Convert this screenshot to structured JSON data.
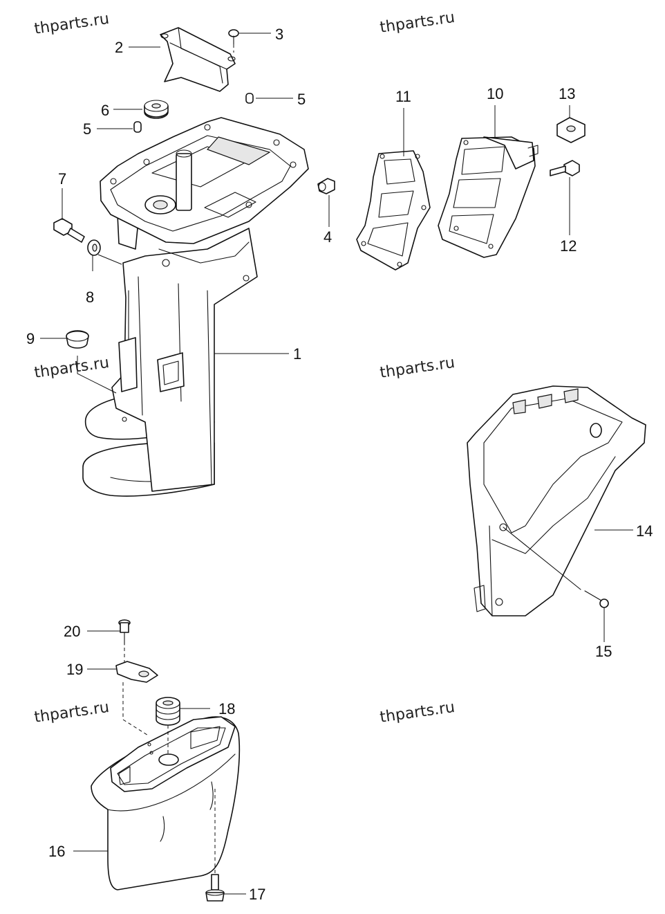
{
  "watermarks": [
    "thparts.ru",
    "thparts.ru",
    "thparts.ru",
    "thparts.ru",
    "thparts.ru",
    "thparts.ru"
  ],
  "callouts": {
    "c1": "1",
    "c2": "2",
    "c3": "3",
    "c4": "4",
    "c5a": "5",
    "c5b": "5",
    "c6": "6",
    "c7": "7",
    "c8": "8",
    "c9": "9",
    "c10": "10",
    "c11": "11",
    "c12": "12",
    "c13": "13",
    "c14": "14",
    "c15": "15",
    "c16": "16",
    "c17": "17",
    "c18": "18",
    "c19": "19",
    "c20": "20"
  }
}
